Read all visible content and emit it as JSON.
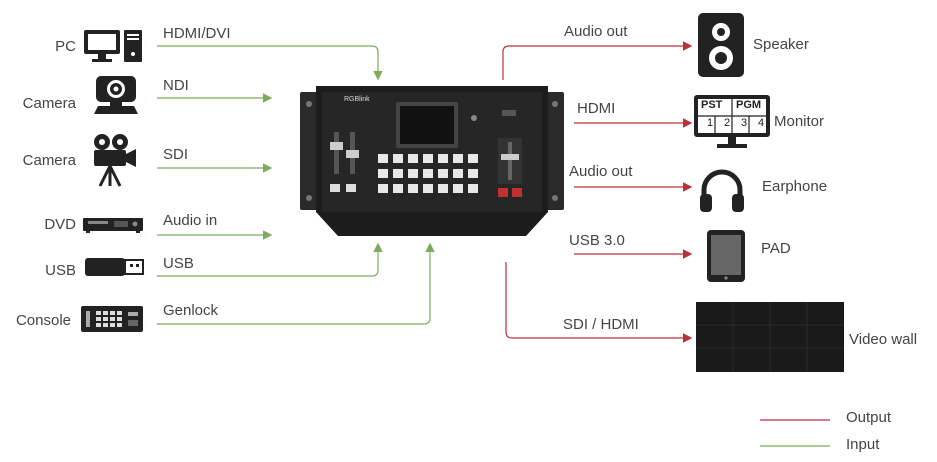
{
  "inputs": [
    {
      "device": "PC",
      "signal": "HDMI/DVI",
      "icon": "pc-icon"
    },
    {
      "device": "Camera",
      "signal": "NDI",
      "icon": "ptz-camera-icon"
    },
    {
      "device": "Camera",
      "signal": "SDI",
      "icon": "video-camera-icon"
    },
    {
      "device": "DVD",
      "signal": "Audio in",
      "icon": "dvd-player-icon"
    },
    {
      "device": "USB",
      "signal": "USB",
      "icon": "usb-drive-icon"
    },
    {
      "device": "Console",
      "signal": "Genlock",
      "icon": "console-icon"
    }
  ],
  "outputs": [
    {
      "signal": "Audio out",
      "device": "Speaker",
      "icon": "speaker-icon"
    },
    {
      "signal": "HDMI",
      "device": "Monitor",
      "icon": "monitor-icon"
    },
    {
      "signal": "Audio out",
      "device": "Earphone",
      "icon": "headphone-icon"
    },
    {
      "signal": "USB 3.0",
      "device": "PAD",
      "icon": "tablet-icon"
    },
    {
      "signal": "SDI / HDMI",
      "device": "Video wall",
      "icon": "video-wall-icon"
    }
  ],
  "center_device": {
    "brand": "RGBlink",
    "icon": "video-switcher-icon"
  },
  "monitor_screen": {
    "pst": "PST",
    "pgm": "PGM",
    "nums": [
      "1",
      "2",
      "3",
      "4"
    ]
  },
  "legend": {
    "output": "Output",
    "input": "Input"
  },
  "colors": {
    "output_line": "#b8323a",
    "input_line": "#7dab5a"
  }
}
